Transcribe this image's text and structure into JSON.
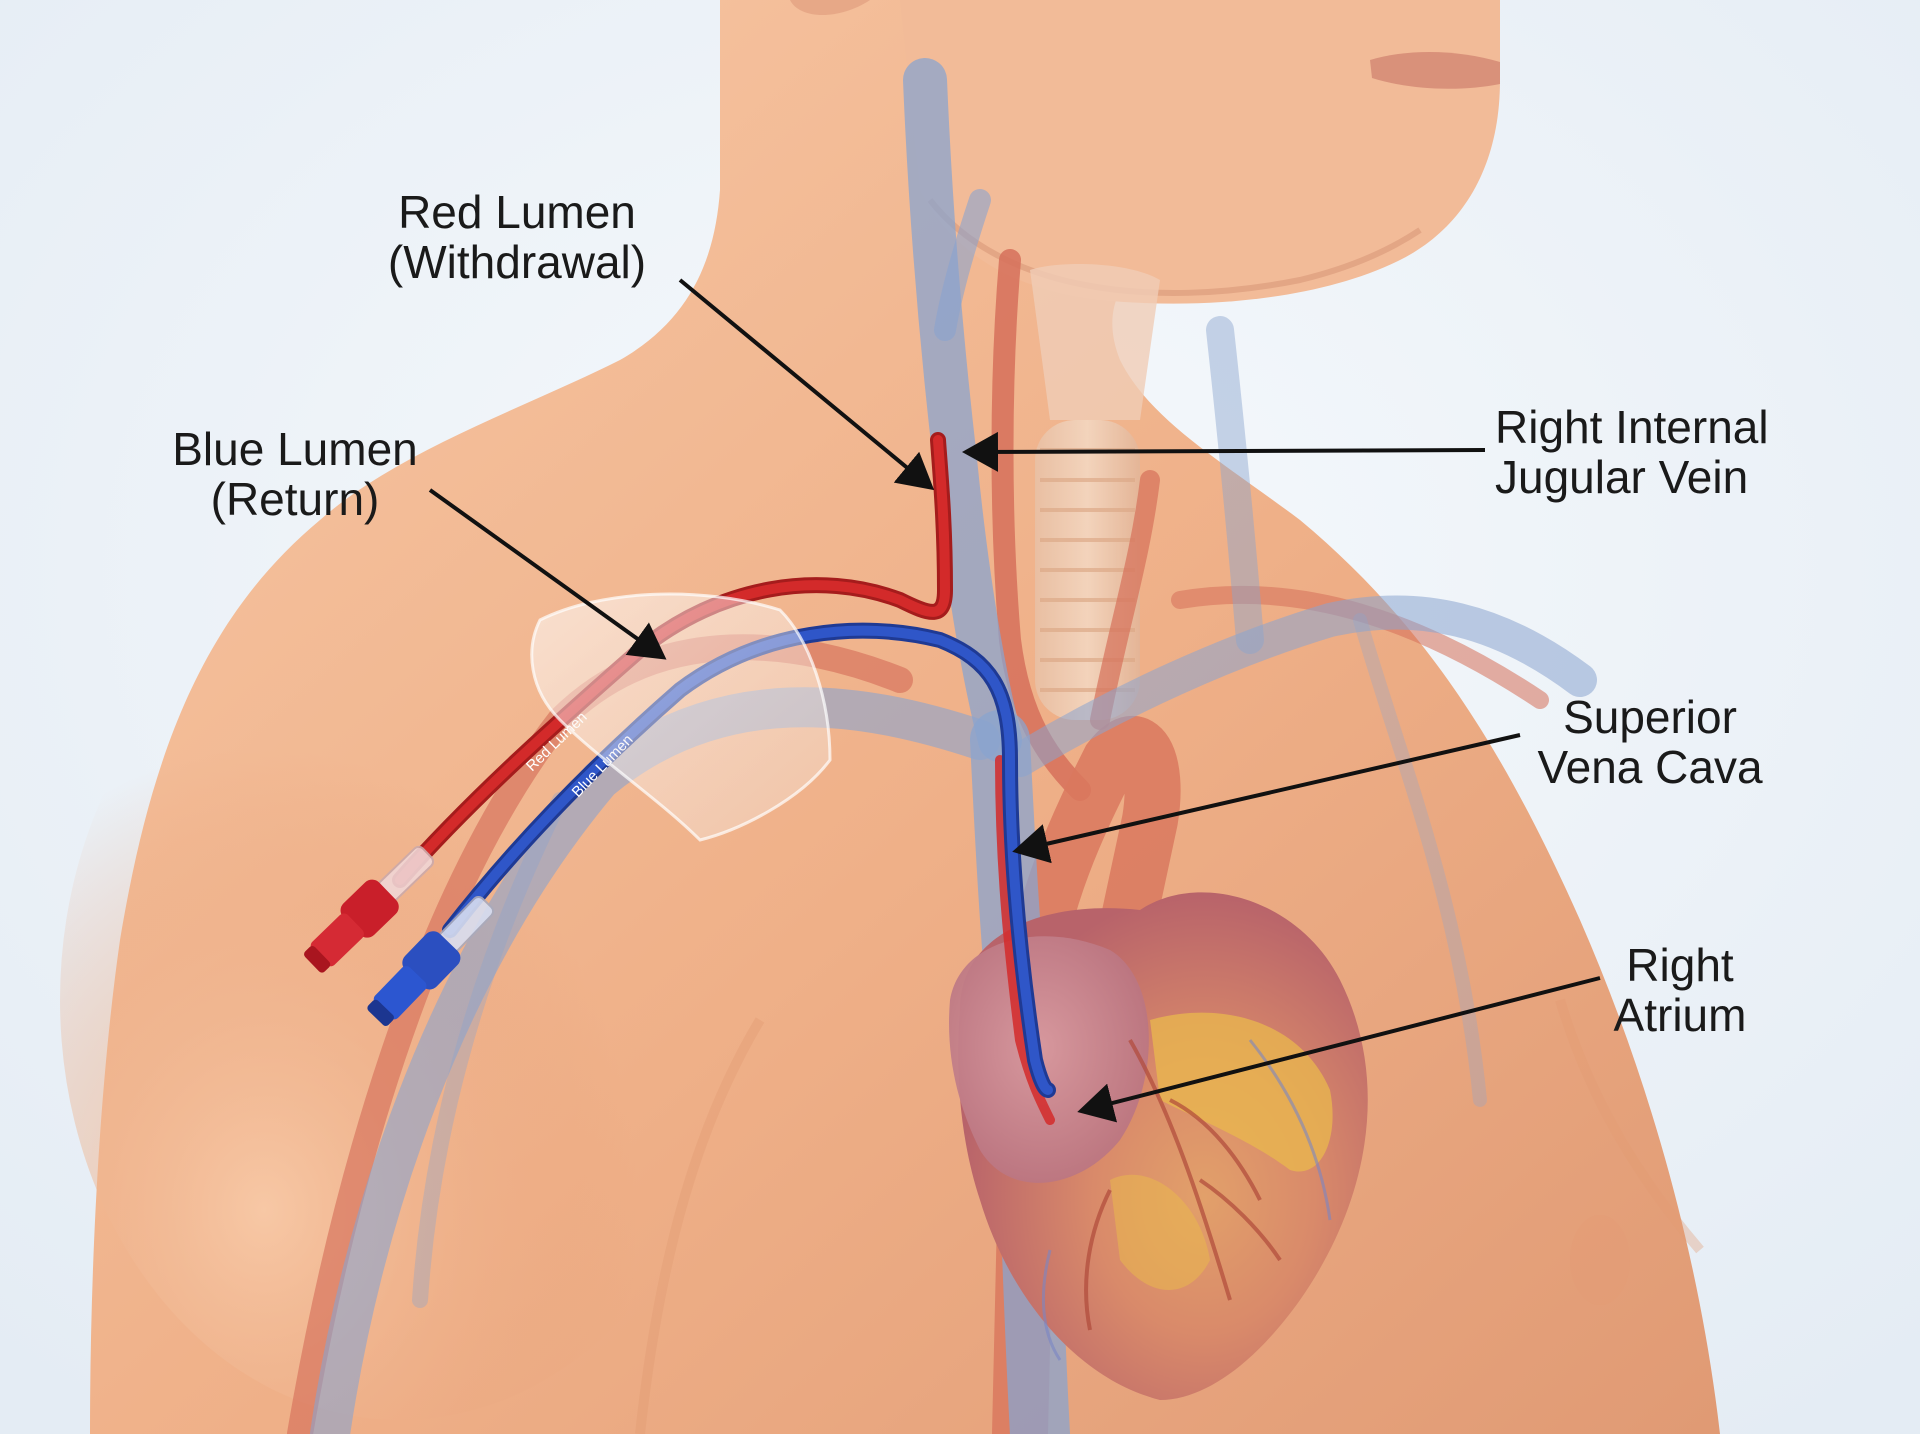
{
  "labels": {
    "red_lumen": {
      "line1": "Red Lumen",
      "line2": "(Withdrawal)"
    },
    "blue_lumen": {
      "line1": "Blue Lumen",
      "line2": "(Return)"
    },
    "right_internal_jugular_vein": {
      "line1": "Right Internal",
      "line2": "Jugular Vein"
    },
    "superior_vena_cava": {
      "line1": "Superior",
      "line2": "Vena Cava"
    },
    "right_atrium": {
      "line1": "Right",
      "line2": "Atrium"
    }
  },
  "tube_prints": {
    "red": "Red Lumen",
    "blue": "Blue Lumen"
  },
  "colors": {
    "background": "#eef3f8",
    "skin": "#f2b48c",
    "vein": "#8aa4cf",
    "artery": "#d6705a",
    "red_lumen": "#d32a2a",
    "blue_lumen": "#2f56c8",
    "heart": "#c9766a",
    "fat": "#e6b24a",
    "arrow": "#111111"
  }
}
